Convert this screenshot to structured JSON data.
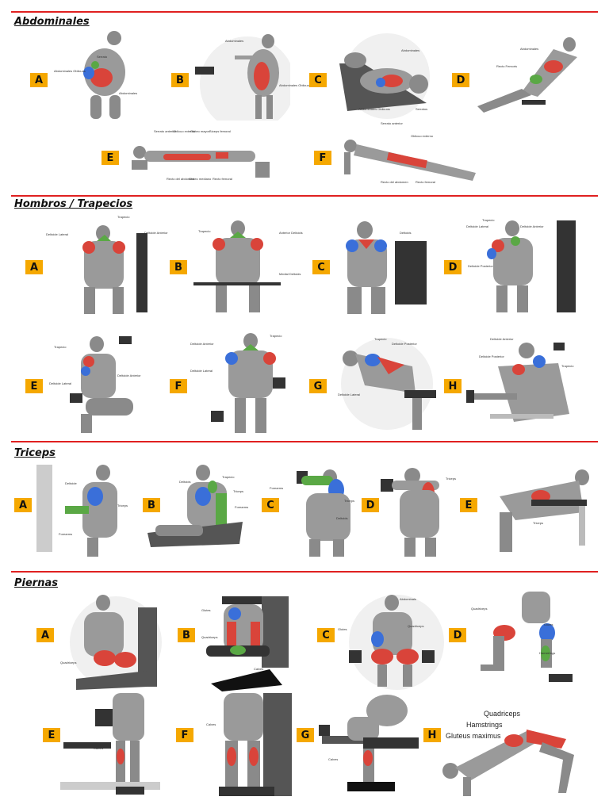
{
  "sections": [
    {
      "title": "Abdominales",
      "exercises": [
        {
          "letter": "A",
          "labels": [
            "Serrato",
            "Abdominales Oblicuos",
            "Abdominales"
          ]
        },
        {
          "letter": "B",
          "labels": [
            "Abdominales",
            "Abdominales Oblicuos"
          ]
        },
        {
          "letter": "C",
          "labels": [
            "Abdominales",
            "Abdominales Oblicuos",
            "Serratos"
          ]
        },
        {
          "letter": "D",
          "labels": [
            "Abdominales",
            "Recto Femoris"
          ]
        },
        {
          "letter": "E",
          "labels": [
            "Serrato anterior",
            "Oblicuo externo",
            "Glúteo mayor",
            "Bíceps femoral",
            "Recto del abdomen",
            "Glúteo mediano",
            "Recto femoral"
          ]
        },
        {
          "letter": "F",
          "labels": [
            "Serrato anterior",
            "Oblicuo externo",
            "Recto del abdomen",
            "Recto femoral"
          ]
        }
      ]
    },
    {
      "title": "Hombros / Trapecios",
      "exercises": [
        {
          "letter": "A",
          "labels": [
            "Trapecio",
            "Deltoide Lateral",
            "Deltoide Anterior"
          ]
        },
        {
          "letter": "B",
          "labels": [
            "Trapecio",
            "Anterior Deltoids",
            "Medial Deltoids"
          ]
        },
        {
          "letter": "C",
          "labels": [
            "Deltoids"
          ]
        },
        {
          "letter": "D",
          "labels": [
            "Trapecio",
            "Deltoide Anterior",
            "Deltoide Lateral",
            "Deltoide Posterior"
          ]
        },
        {
          "letter": "E",
          "labels": [
            "Trapecio",
            "Deltoide Anterior",
            "Deltoide Lateral"
          ]
        },
        {
          "letter": "F",
          "labels": [
            "Trapecio",
            "Deltoide Anterior",
            "Deltoide Lateral"
          ]
        },
        {
          "letter": "G",
          "labels": [
            "Trapecio",
            "Deltoide Posterior",
            "Deltoide Lateral"
          ]
        },
        {
          "letter": "H",
          "labels": [
            "Deltoide Anterior",
            "Deltoide Posterior",
            "Trapecio"
          ]
        }
      ]
    },
    {
      "title": "Triceps",
      "exercises": [
        {
          "letter": "A",
          "labels": [
            "Deltoide",
            "Triceps",
            "Forearms"
          ]
        },
        {
          "letter": "B",
          "labels": [
            "Deltoids",
            "Trapecio",
            "Triceps",
            "Forearms"
          ]
        },
        {
          "letter": "C",
          "labels": [
            "Forearms",
            "Triceps",
            "Deltoids"
          ]
        },
        {
          "letter": "D",
          "labels": [
            "Triceps"
          ]
        },
        {
          "letter": "E",
          "labels": [
            "Triceps"
          ]
        }
      ]
    },
    {
      "title": "Piernas",
      "exercises": [
        {
          "letter": "A",
          "labels": [
            "Quadriceps"
          ]
        },
        {
          "letter": "B",
          "labels": [
            "Glutes",
            "Quadriceps",
            "Calves"
          ]
        },
        {
          "letter": "C",
          "labels": [
            "Abdominals",
            "Glutes",
            "Quadriceps"
          ]
        },
        {
          "letter": "D",
          "labels": [
            "Quadriceps",
            "Glutes",
            "Hamstrings"
          ]
        },
        {
          "letter": "E",
          "labels": [
            "Calves"
          ]
        },
        {
          "letter": "F",
          "labels": [
            "Calves"
          ]
        },
        {
          "letter": "G",
          "labels": [
            "Calves"
          ]
        },
        {
          "letter": "H",
          "labels": [
            "Quadriceps",
            "Hamstrings",
            "Gluteus maximus"
          ]
        }
      ]
    }
  ],
  "colors": {
    "rule": "#e02020",
    "badge": "#f5a800",
    "muscle_red": "#d9443a",
    "muscle_blue": "#3a6fd9",
    "muscle_green": "#5aa845",
    "body": "#8a8a8a"
  }
}
